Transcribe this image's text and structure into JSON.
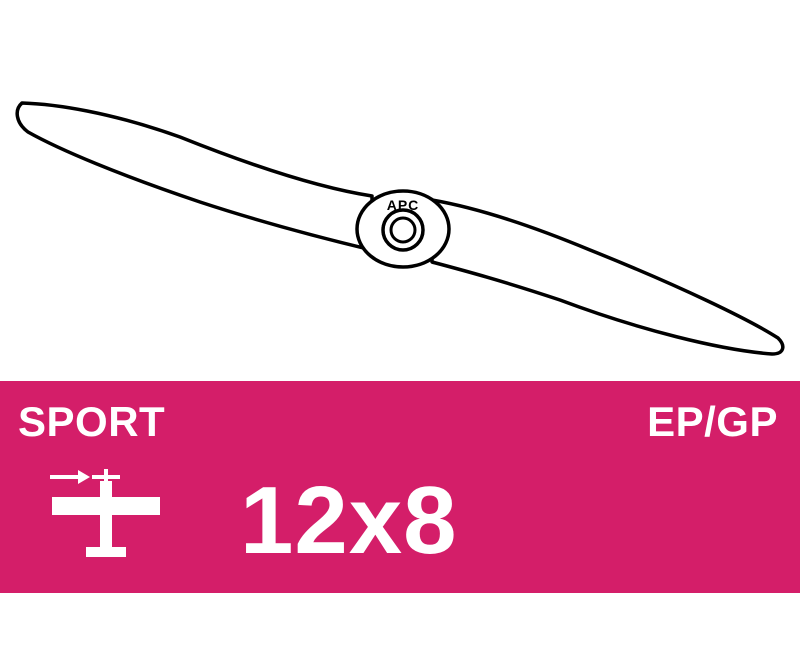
{
  "propeller": {
    "hub_brand": "APC",
    "stroke_color": "#000000"
  },
  "label_band": {
    "background_color": "#d41e69",
    "text_color": "#ffffff",
    "category": "SPORT",
    "fuel_type": "EP/GP",
    "size": "12x8",
    "icon": "airplane-pusher-icon"
  }
}
